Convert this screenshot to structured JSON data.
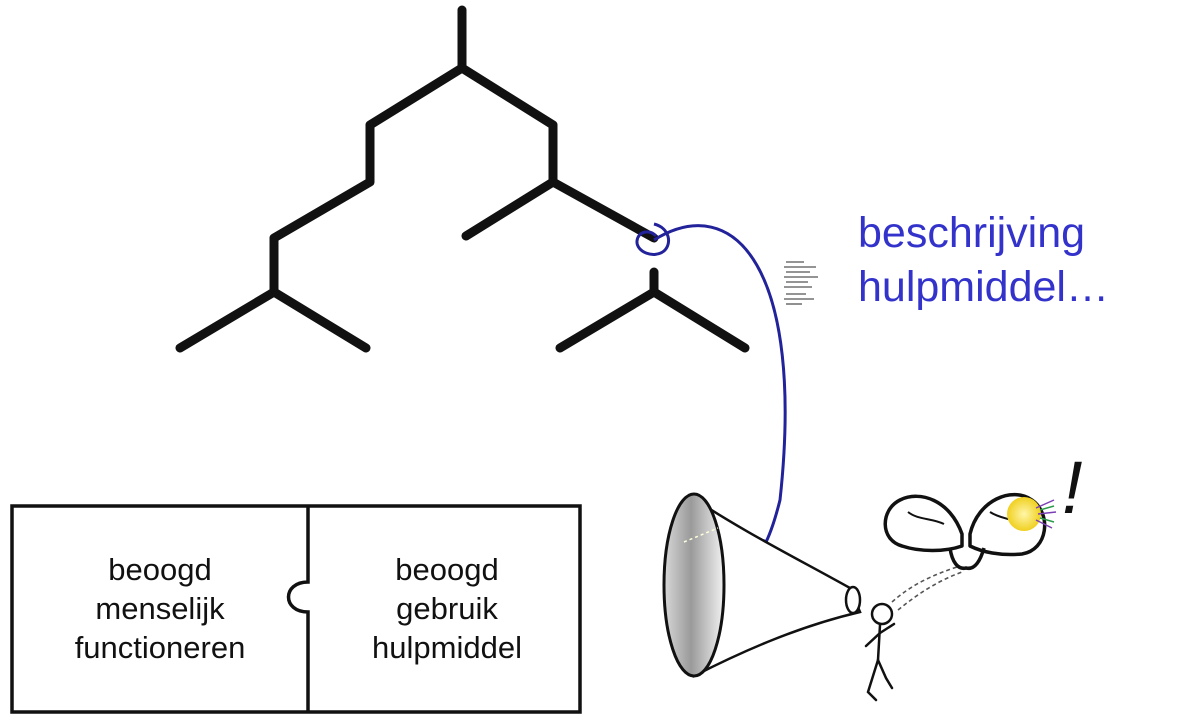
{
  "caption": {
    "lines": [
      "beschrijving",
      "hulpmiddel…"
    ],
    "color": "#3333cc"
  },
  "puzzle": {
    "left_piece": [
      "beoogd",
      "menselijk",
      "functioneren"
    ],
    "right_piece": [
      "beoogd",
      "gebruik",
      "hulpmiddel"
    ]
  },
  "exclamation": "!",
  "colors": {
    "tree": "#111111",
    "connector": "#22229a",
    "bulb": "#ffe640"
  },
  "icons": [
    "branching-tree-icon",
    "document-icon",
    "megaphone-icon",
    "stick-figure-icon",
    "brain-icon",
    "lightbulb-icon"
  ]
}
